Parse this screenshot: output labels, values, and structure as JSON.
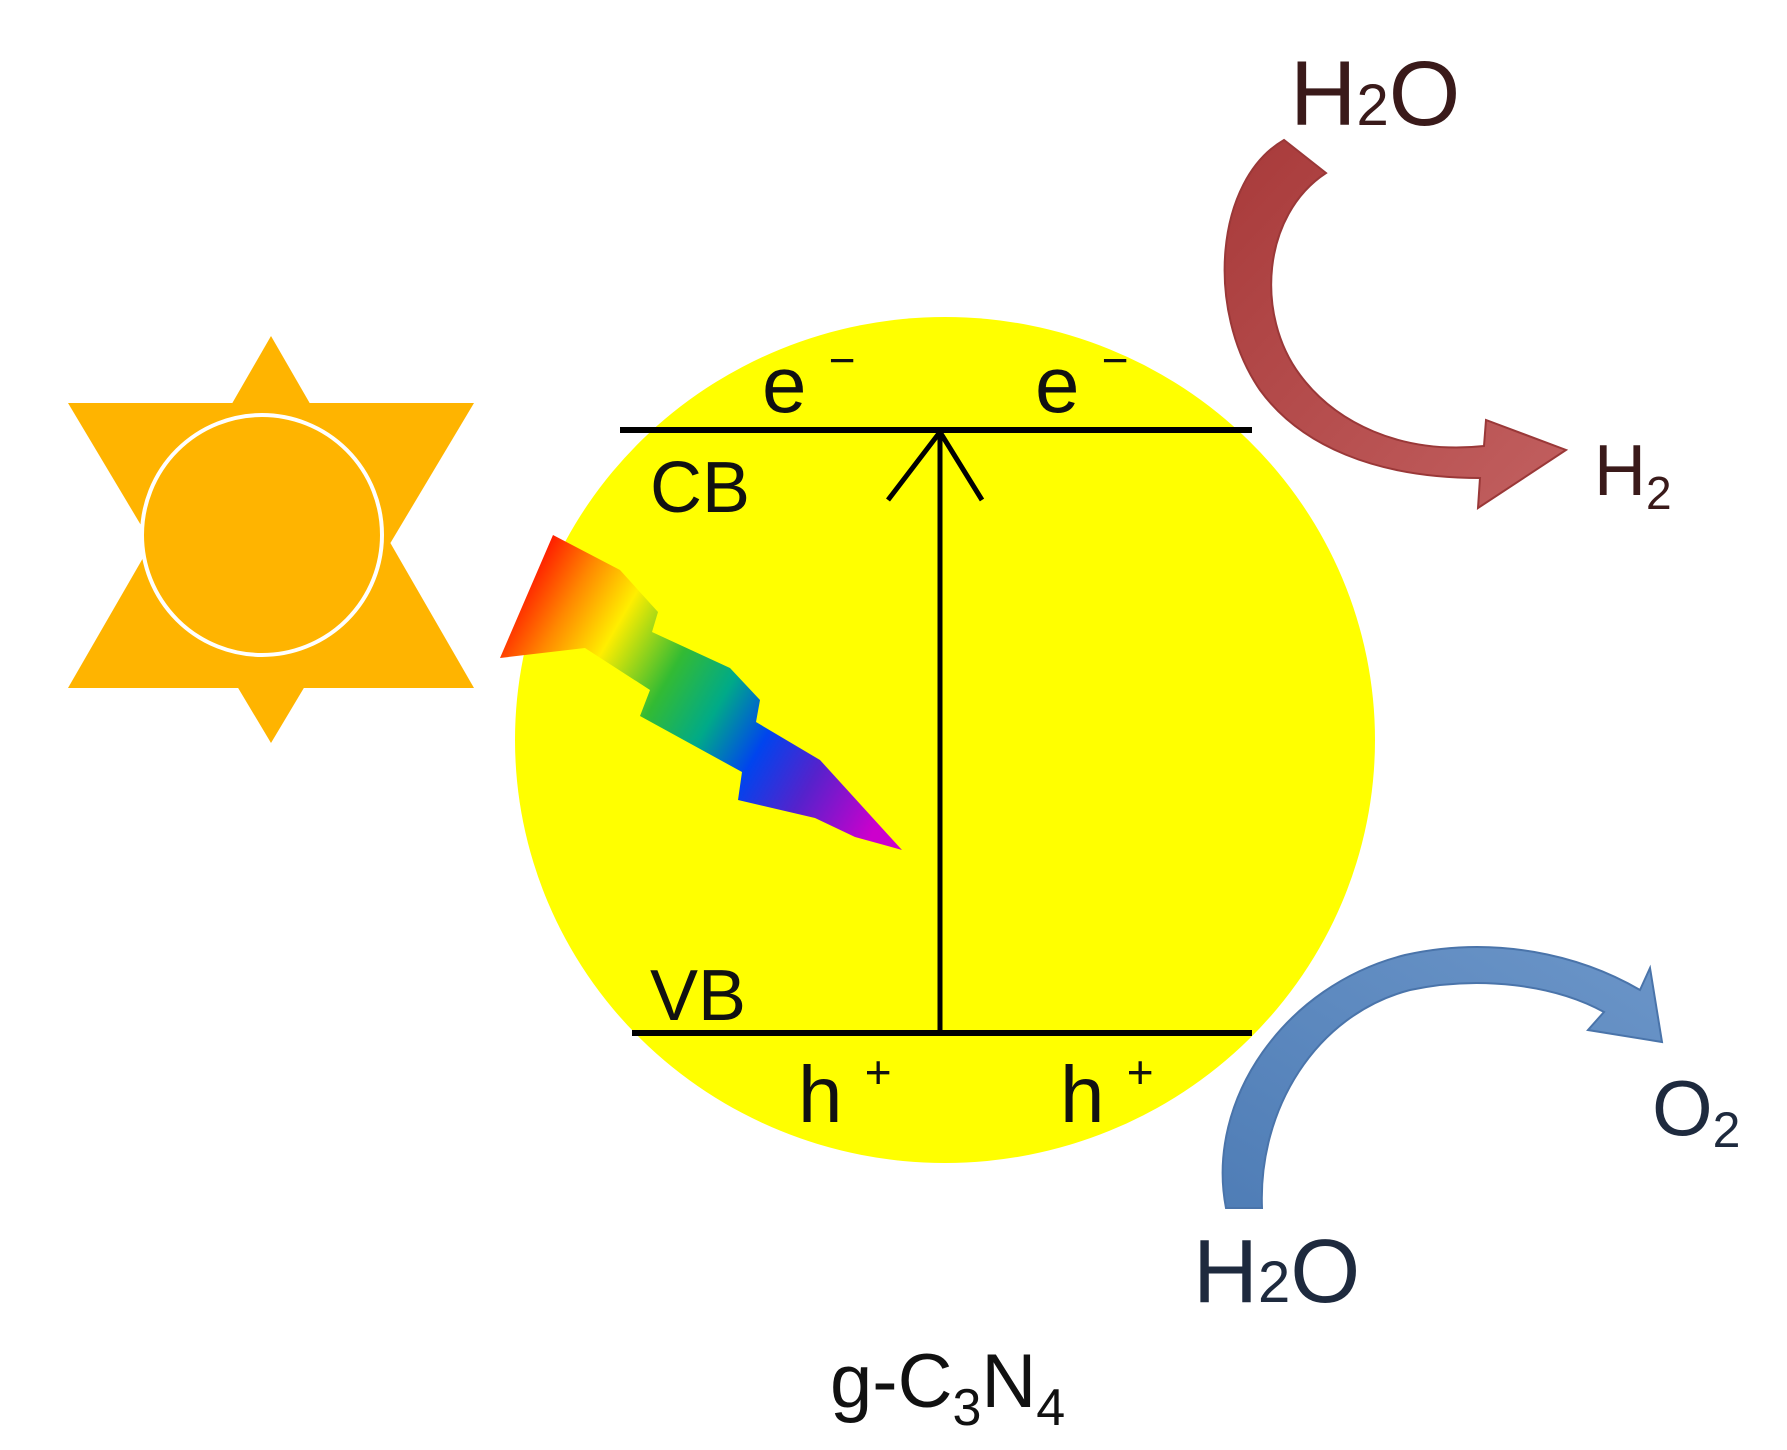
{
  "colors": {
    "sun": "#FFB400",
    "sun_outline": "#ffffff",
    "particle": "#FFFF00",
    "band_line": "#000000",
    "reduction_arrow": "#B04A4A",
    "reduction_text": "#3A1A1A",
    "oxidation_arrow": "#5A86BE",
    "oxidation_text": "#1E2A3E",
    "label_text": "#111111"
  },
  "icons": {
    "sun": "sun-icon",
    "light": "lightning-bolt-icon"
  },
  "bands": {
    "cb_label": "CB",
    "vb_label": "VB",
    "electron": "e",
    "electron_charge": "−",
    "hole": "h",
    "hole_charge": "+"
  },
  "reduction": {
    "reactant_main": "H",
    "reactant_sub": "2",
    "reactant_tail": "O",
    "product_main": "H",
    "product_sub": "2"
  },
  "oxidation": {
    "reactant_main": "H",
    "reactant_sub": "2",
    "reactant_tail": "O",
    "product_main": "O",
    "product_sub": "2"
  },
  "material": {
    "p1": "g-C",
    "s1": "3",
    "p2": "N",
    "s2": "4"
  }
}
